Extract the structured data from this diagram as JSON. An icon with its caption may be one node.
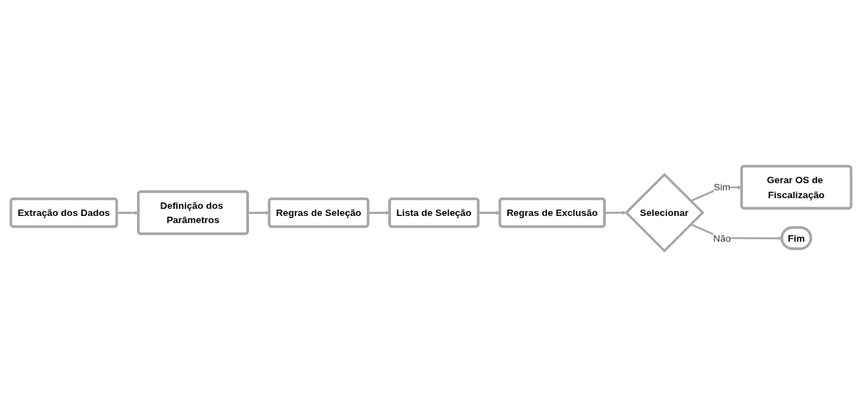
{
  "diagram": {
    "nodes": [
      {
        "text": [
          "Extração dos Dados"
        ]
      },
      {
        "text": [
          "Definição dos Parâmetros"
        ]
      },
      {
        "text": [
          "Regras de Seleção"
        ]
      },
      {
        "text": [
          "Lista de Seleção"
        ]
      },
      {
        "text": [
          "Regras de Exclusão"
        ]
      },
      {
        "text": [
          "Selecionar"
        ]
      },
      {
        "text": [
          "Gerar OS de Fiscalização"
        ]
      },
      {
        "text": [
          "Fim"
        ]
      }
    ],
    "edges": [
      {
        "from": 0,
        "to": 1,
        "arrow": "to"
      },
      {
        "from": 1,
        "to": 2,
        "arrow": "to"
      },
      {
        "from": 2,
        "to": 3,
        "arrow": "to"
      },
      {
        "from": 3,
        "to": 4,
        "arrow": "to"
      },
      {
        "from": 4,
        "to": 5,
        "arrow": "to"
      },
      {
        "from": 5,
        "to": 6,
        "label": "Sim",
        "arrow": "to"
      },
      {
        "from": 5,
        "to": 7,
        "label": "Não",
        "arrow": "to"
      }
    ]
  }
}
